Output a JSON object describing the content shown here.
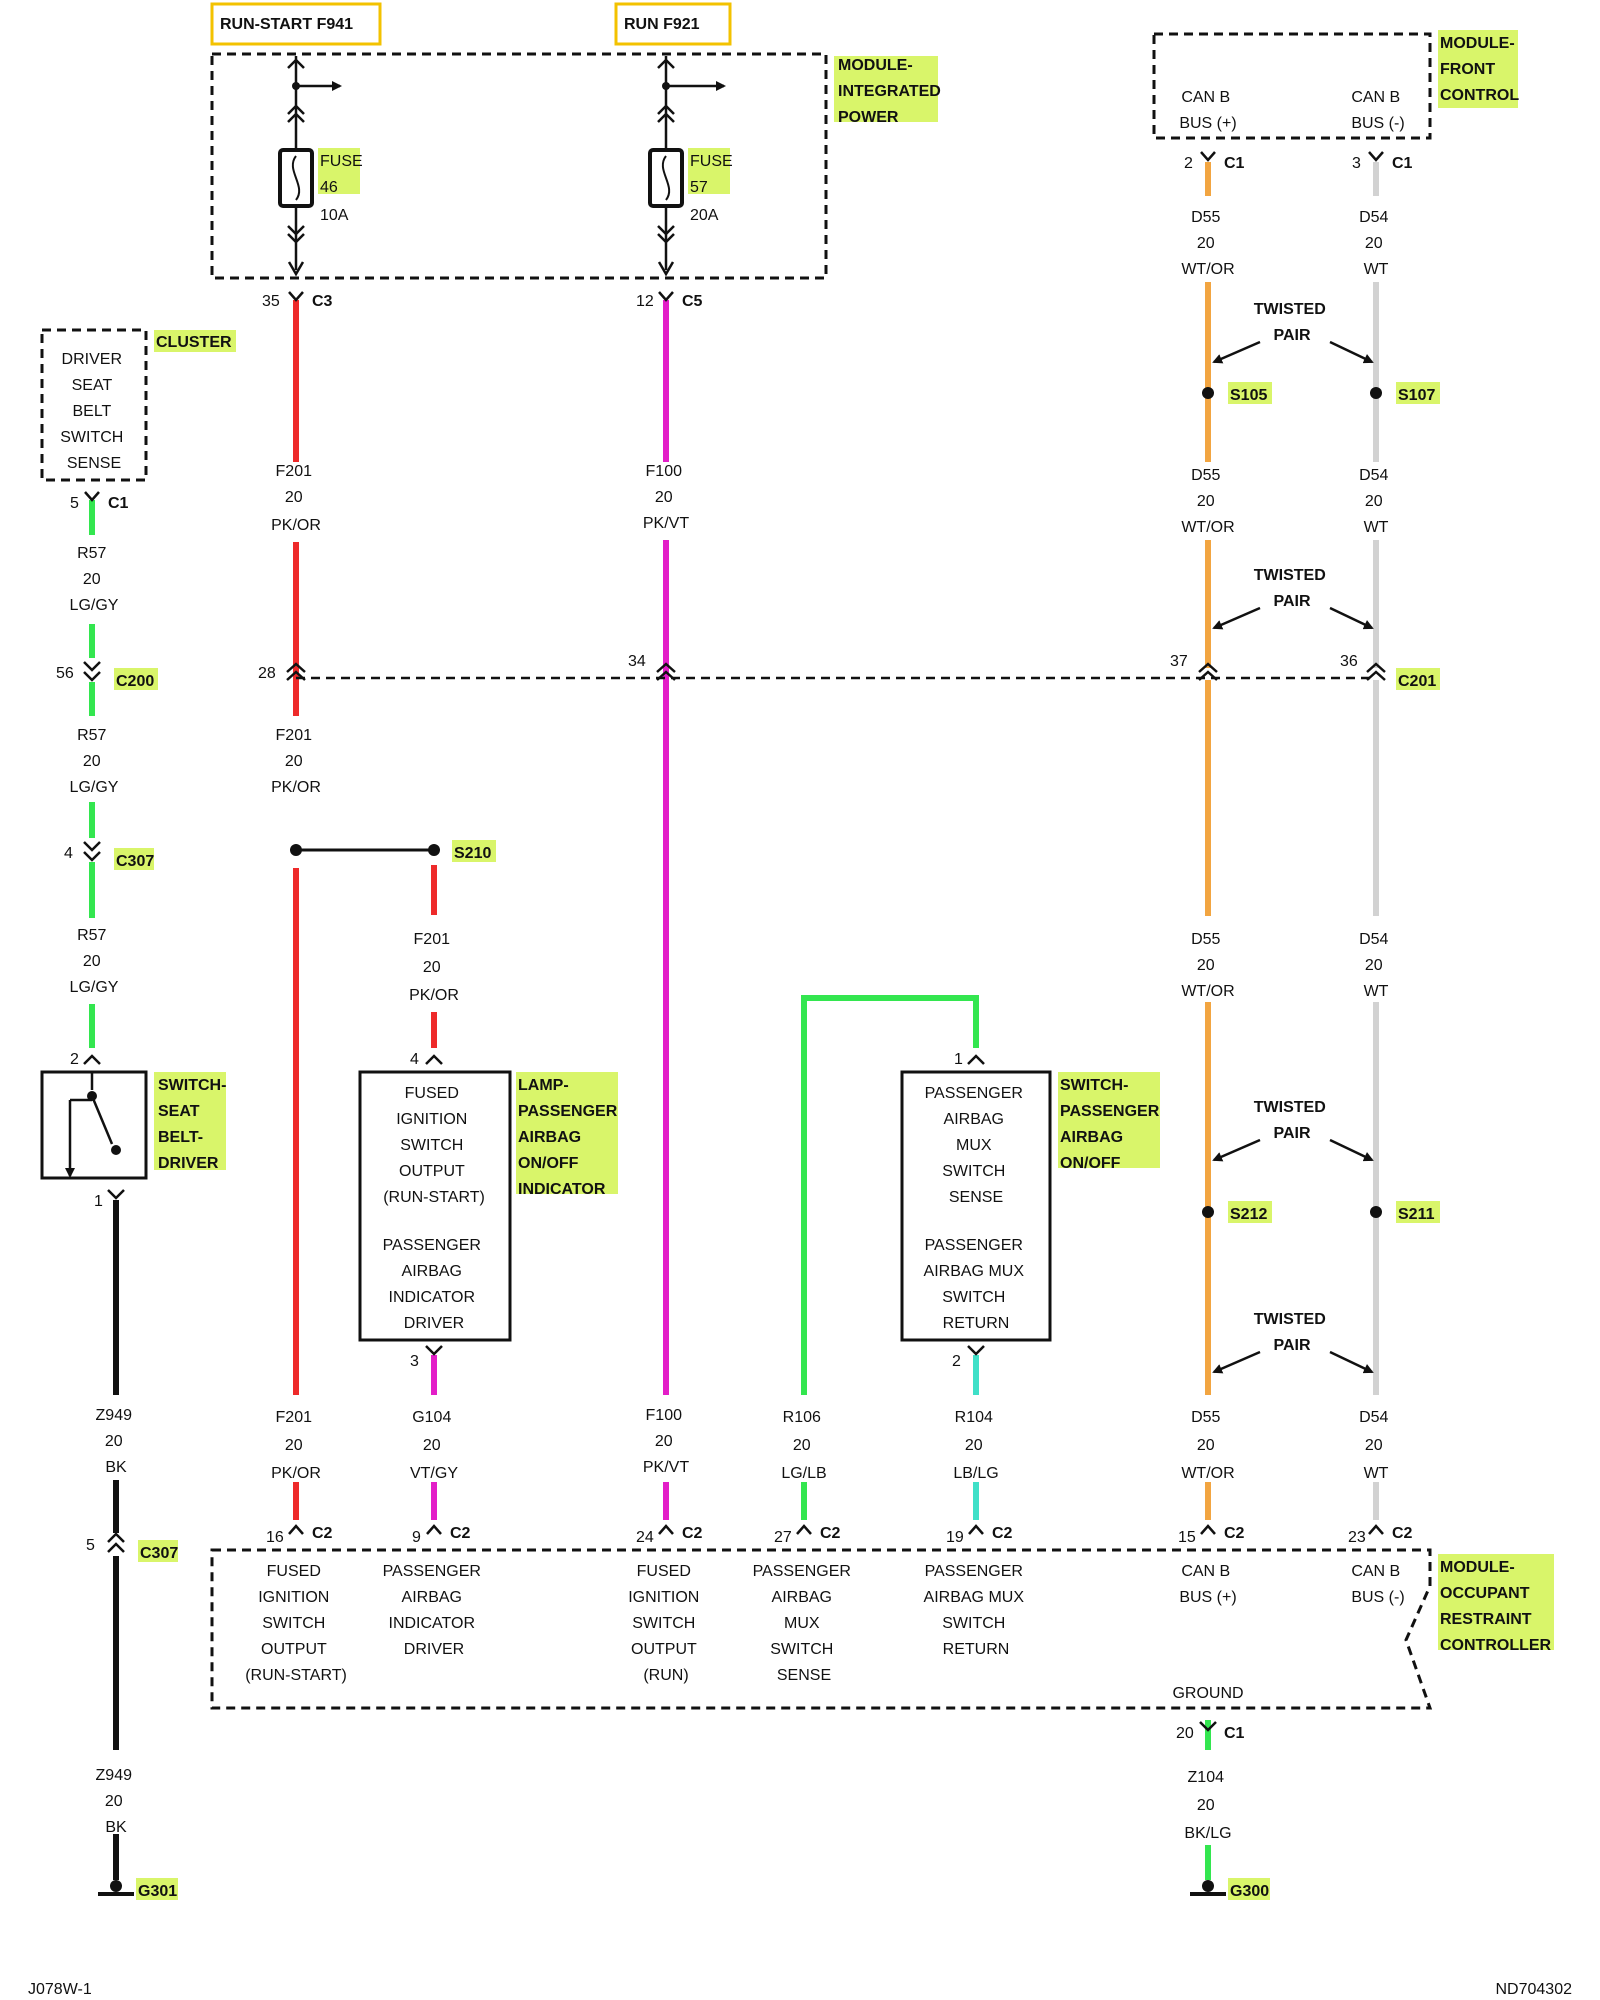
{
  "colors": {
    "red": "#ee2a2a",
    "pink": "#e31ec8",
    "green": "#33e64f",
    "orange": "#f2a541",
    "gray": "#d2d2d2",
    "black": "#111111",
    "cyan": "#3fe0c8",
    "highlight": "#d9f56a",
    "label_box": "#f3c200"
  },
  "top_labels": {
    "run_start": "RUN-START F941",
    "run": "RUN F921"
  },
  "modules": {
    "integrated_power": [
      "MODULE-",
      "INTEGRATED",
      "POWER"
    ],
    "front_control": [
      "MODULE-",
      "FRONT",
      "CONTROL"
    ],
    "cluster": "CLUSTER",
    "occupant_restraint": [
      "MODULE-",
      "OCCUPANT",
      "RESTRAINT",
      "CONTROLLER"
    ]
  },
  "fuses": {
    "f46": {
      "word": "FUSE",
      "num": "46",
      "amp": "10A"
    },
    "f57": {
      "word": "FUSE",
      "num": "57",
      "amp": "20A"
    }
  },
  "fcm_pins": {
    "can_pos": [
      "CAN B",
      "BUS (+)"
    ],
    "can_neg": [
      "CAN B",
      "BUS (-)"
    ]
  },
  "cluster_box": [
    "DRIVER",
    "SEAT",
    "BELT",
    "SWITCH",
    "SENSE"
  ],
  "connectors": {
    "c1": "C1",
    "c2": "C2",
    "c3": "C3",
    "c5": "C5",
    "c200": "C200",
    "c201": "C201",
    "c307": "C307"
  },
  "pins": {
    "p35": "35",
    "p12": "12",
    "p2": "2",
    "p3": "3",
    "p5": "5",
    "p56": "56",
    "p28": "28",
    "p34": "34",
    "p37": "37",
    "p36": "36",
    "p4": "4",
    "p1": "1",
    "p16": "16",
    "p9": "9",
    "p24": "24",
    "p27": "27",
    "p19": "19",
    "p15": "15",
    "p23": "23",
    "p20": "20"
  },
  "splices": {
    "s105": "S105",
    "s107": "S107",
    "s210": "S210",
    "s212": "S212",
    "s211": "S211"
  },
  "grounds": {
    "g301": "G301",
    "g300": "G300"
  },
  "twisted_pair": [
    "TWISTED",
    "PAIR"
  ],
  "wires": {
    "f201": [
      "F201",
      "20",
      "PK/OR"
    ],
    "f100": [
      "F100",
      "20",
      "PK/VT"
    ],
    "d55": [
      "D55",
      "20",
      "WT/OR"
    ],
    "d54": [
      "D54",
      "20",
      "WT"
    ],
    "r57": [
      "R57",
      "20",
      "LG/GY"
    ],
    "z949": [
      "Z949",
      "20",
      "BK"
    ],
    "g104": [
      "G104",
      "20",
      "VT/GY"
    ],
    "r106": [
      "R106",
      "20",
      "LG/LB"
    ],
    "r104": [
      "R104",
      "20",
      "LB/LG"
    ],
    "z104": [
      "Z104",
      "20",
      "BK/LG"
    ]
  },
  "components": {
    "seat_switch_label": [
      "SWITCH-",
      "SEAT",
      "BELT-",
      "DRIVER"
    ],
    "lamp_label": [
      "LAMP-",
      "PASSENGER",
      "AIRBAG",
      "ON/OFF",
      "INDICATOR"
    ],
    "lamp_box_top": [
      "FUSED",
      "IGNITION",
      "SWITCH",
      "OUTPUT",
      "(RUN-START)"
    ],
    "lamp_box_bottom": [
      "PASSENGER",
      "AIRBAG",
      "INDICATOR",
      "DRIVER"
    ],
    "pass_switch_label": [
      "SWITCH-",
      "PASSENGER",
      "AIRBAG",
      "ON/OFF"
    ],
    "pass_box_top": [
      "PASSENGER",
      "AIRBAG",
      "MUX",
      "SWITCH",
      "SENSE"
    ],
    "pass_box_bottom": [
      "PASSENGER",
      "AIRBAG MUX",
      "SWITCH",
      "RETURN"
    ]
  },
  "orc_pins": {
    "fused_run_start": [
      "FUSED",
      "IGNITION",
      "SWITCH",
      "OUTPUT",
      "(RUN-START)"
    ],
    "indicator_driver": [
      "PASSENGER",
      "AIRBAG",
      "INDICATOR",
      "DRIVER"
    ],
    "fused_run": [
      "FUSED",
      "IGNITION",
      "SWITCH",
      "OUTPUT",
      "(RUN)"
    ],
    "mux_sense": [
      "PASSENGER",
      "AIRBAG",
      "MUX",
      "SWITCH",
      "SENSE"
    ],
    "mux_return": [
      "PASSENGER",
      "AIRBAG MUX",
      "SWITCH",
      "RETURN"
    ],
    "can_pos": [
      "CAN B",
      "BUS (+)"
    ],
    "can_neg": [
      "CAN B",
      "BUS (-)"
    ],
    "ground": "GROUND"
  },
  "footer": {
    "left": "J078W-1",
    "right": "ND704302"
  }
}
